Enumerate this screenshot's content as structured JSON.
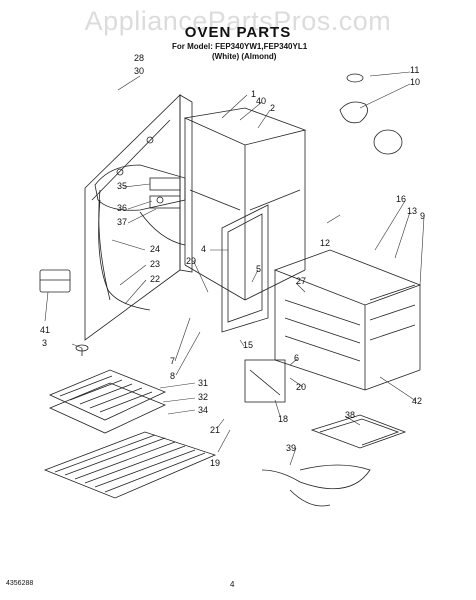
{
  "watermark": "AppliancePartsPros.com",
  "title": "OVEN PARTS",
  "model_line": "For Model: FEP340YW1,FEP340YL1",
  "variant_line": "(White)  (Almond)",
  "doc_number": "4356288",
  "page_number": "4",
  "callouts": [
    "28",
    "30",
    "1",
    "40",
    "2",
    "11",
    "10",
    "35",
    "36",
    "37",
    "24",
    "23",
    "22",
    "29",
    "4",
    "5",
    "12",
    "16",
    "13",
    "9",
    "27",
    "41",
    "3",
    "7",
    "8",
    "15",
    "6",
    "20",
    "42",
    "31",
    "32",
    "34",
    "18",
    "21",
    "19",
    "38",
    "39"
  ]
}
